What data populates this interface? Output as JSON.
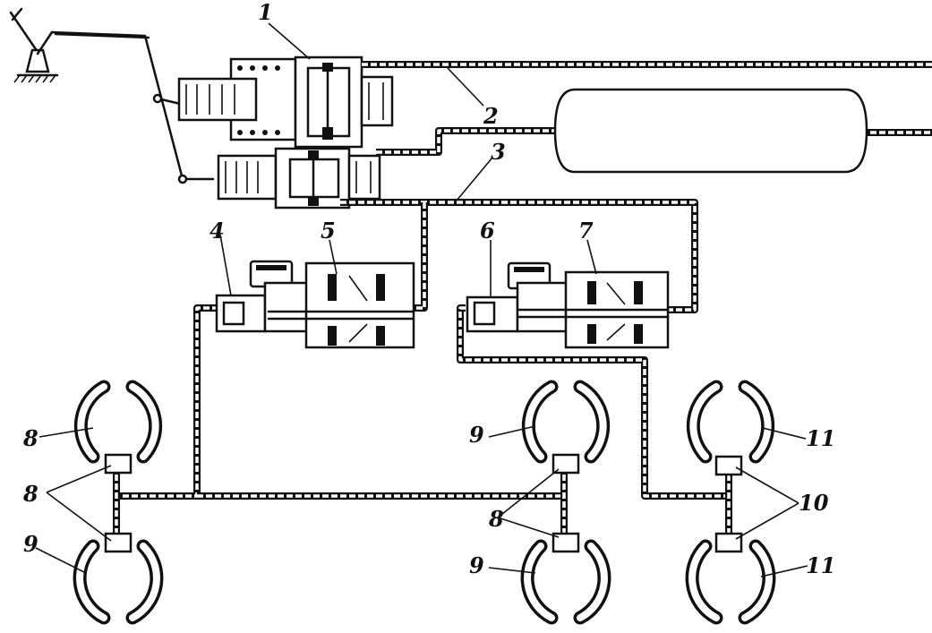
{
  "labels": {
    "l1": "1",
    "l2": "2",
    "l3": "3",
    "l4": "4",
    "l5": "5",
    "l6": "6",
    "l7": "7",
    "l8_top": "8",
    "l8_left": "8",
    "l8_mid": "8",
    "l9_left": "9",
    "l9_mid_top": "9",
    "l9_mid_bot": "9",
    "l10": "10",
    "l11_top": "11",
    "l11_bot": "11"
  }
}
